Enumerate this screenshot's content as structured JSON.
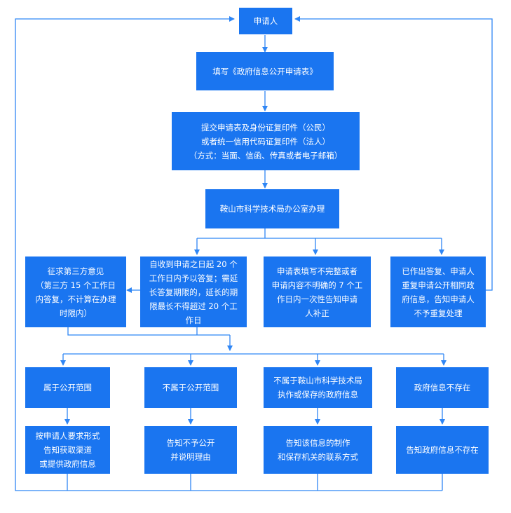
{
  "nodes": {
    "applicant": "申请人",
    "fill_form": "填写《政府信息公开申请表》",
    "submit": "提交申请表及身份证复印件（公民）\n或者统一信用代码证复印件（法人）\n（方式：当面、信函、传真或者电子邮箱）",
    "office": "鞍山市科学技术局办公室办理",
    "third_party": "征求第三方意见\n（第三方 15 个工作日\n内答复，不计算在办理\n时限内）",
    "reply_20": "自收到申请之日起 20 个\n工作日内予以答复；需延\n长答复期限的，延长的期\n限最长不得超过 20 个工\n作日",
    "incomplete": "申请表填写不完整或者\n申请内容不明确的 7 个工\n作日内一次性告知申请\n人补正",
    "duplicate": "已作出答复、申请人\n重复申请公开相同政\n府信息，告知申请人\n不予重复处理",
    "public_scope": "属于公开范围",
    "not_public": "不属于公开范围",
    "not_bureau": "不属于鞍山市科学技术局\n执作或保存的政府信息",
    "not_exist": "政府信息不存在",
    "provide_info": "按申请人要求形式\n告知获取渠道\n或提供政府信息",
    "deny_explain": "告知不予公开\n并说明理由",
    "tell_agency": "告知该信息的制作\n和保存机关的联系方式",
    "tell_not_exist": "告知政府信息不存在"
  },
  "colors": {
    "box": "#1a75f0",
    "line": "#2f86f5"
  }
}
